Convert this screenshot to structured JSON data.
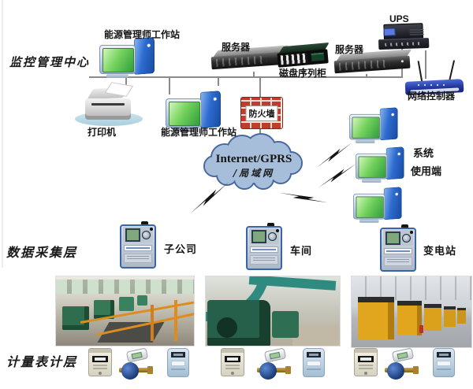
{
  "layer_labels": {
    "management_center": "监控管理中心",
    "data_collection_layer": "数据采集层",
    "metering_layer": "计量表计层"
  },
  "management_center": {
    "workstation_top": "能源管理师工作站",
    "workstation_bottom": "能源管理师工作站",
    "printer": "打印机",
    "server_left": "服务器",
    "server_right": "服务器",
    "disk_array": "磁盘序列柜",
    "ups": "UPS",
    "network_controller": "网络控制器",
    "firewall": "防火墙"
  },
  "cloud": {
    "line1": "Internet/GPRS",
    "line2": "/局域网"
  },
  "system_clients": {
    "line1": "系统",
    "line2": "使用端"
  },
  "data_collection": {
    "sites": [
      {
        "label": "子公司"
      },
      {
        "label": "车间"
      },
      {
        "label": "变电站"
      }
    ]
  },
  "colors": {
    "cloud_fill": "#a7bedb",
    "cloud_border": "#46679f",
    "firewall_red": "#c23b2c",
    "bus_line": "#8a8a8a",
    "pc_blue": "#2e6cd0",
    "screen_green": "#54c24e",
    "router_blue": "#23379d",
    "collector_frame_blue": "#3b64a6",
    "electric_meter_beige": "#e9e5d5",
    "water_meter_blue": "#16356f",
    "gas_meter_blue": "#c2d6e6",
    "photo_machine_green": "#2e6e4e",
    "photo_rail_orange": "#dd8c1f",
    "photo_compressor_yellow": "#e2a51e"
  }
}
